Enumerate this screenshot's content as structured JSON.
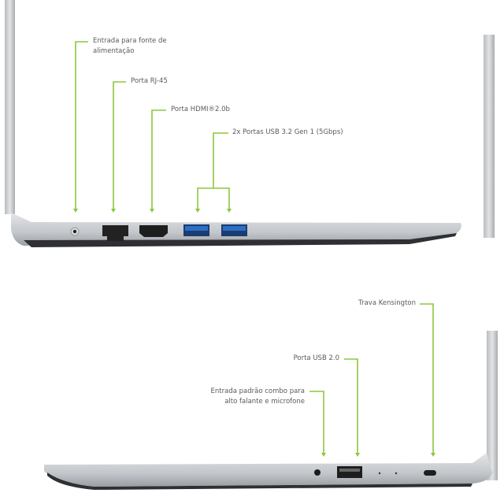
{
  "colors": {
    "callout_line": "#8dc63f",
    "chassis": "#c9ccd0",
    "usb3_blue": "#2a6fc9",
    "label_text": "#5a5a5a"
  },
  "top_view": {
    "callouts": [
      {
        "id": "power",
        "label_line1": "Entrada para fonte de",
        "label_line2": "alimentação"
      },
      {
        "id": "rj45",
        "label": "Porta RJ-45"
      },
      {
        "id": "hdmi",
        "label": "Porta HDMI®2.0b"
      },
      {
        "id": "usb3",
        "label": "2x Portas USB 3.2 Gen 1 (5Gbps)"
      }
    ]
  },
  "bottom_view": {
    "callouts": [
      {
        "id": "kensington",
        "label": "Trava Kensington"
      },
      {
        "id": "usb2",
        "label": "Porta USB 2.0"
      },
      {
        "id": "audio",
        "label_line1": "Entrada padrão combo para",
        "label_line2": "alto falante e microfone"
      }
    ]
  }
}
